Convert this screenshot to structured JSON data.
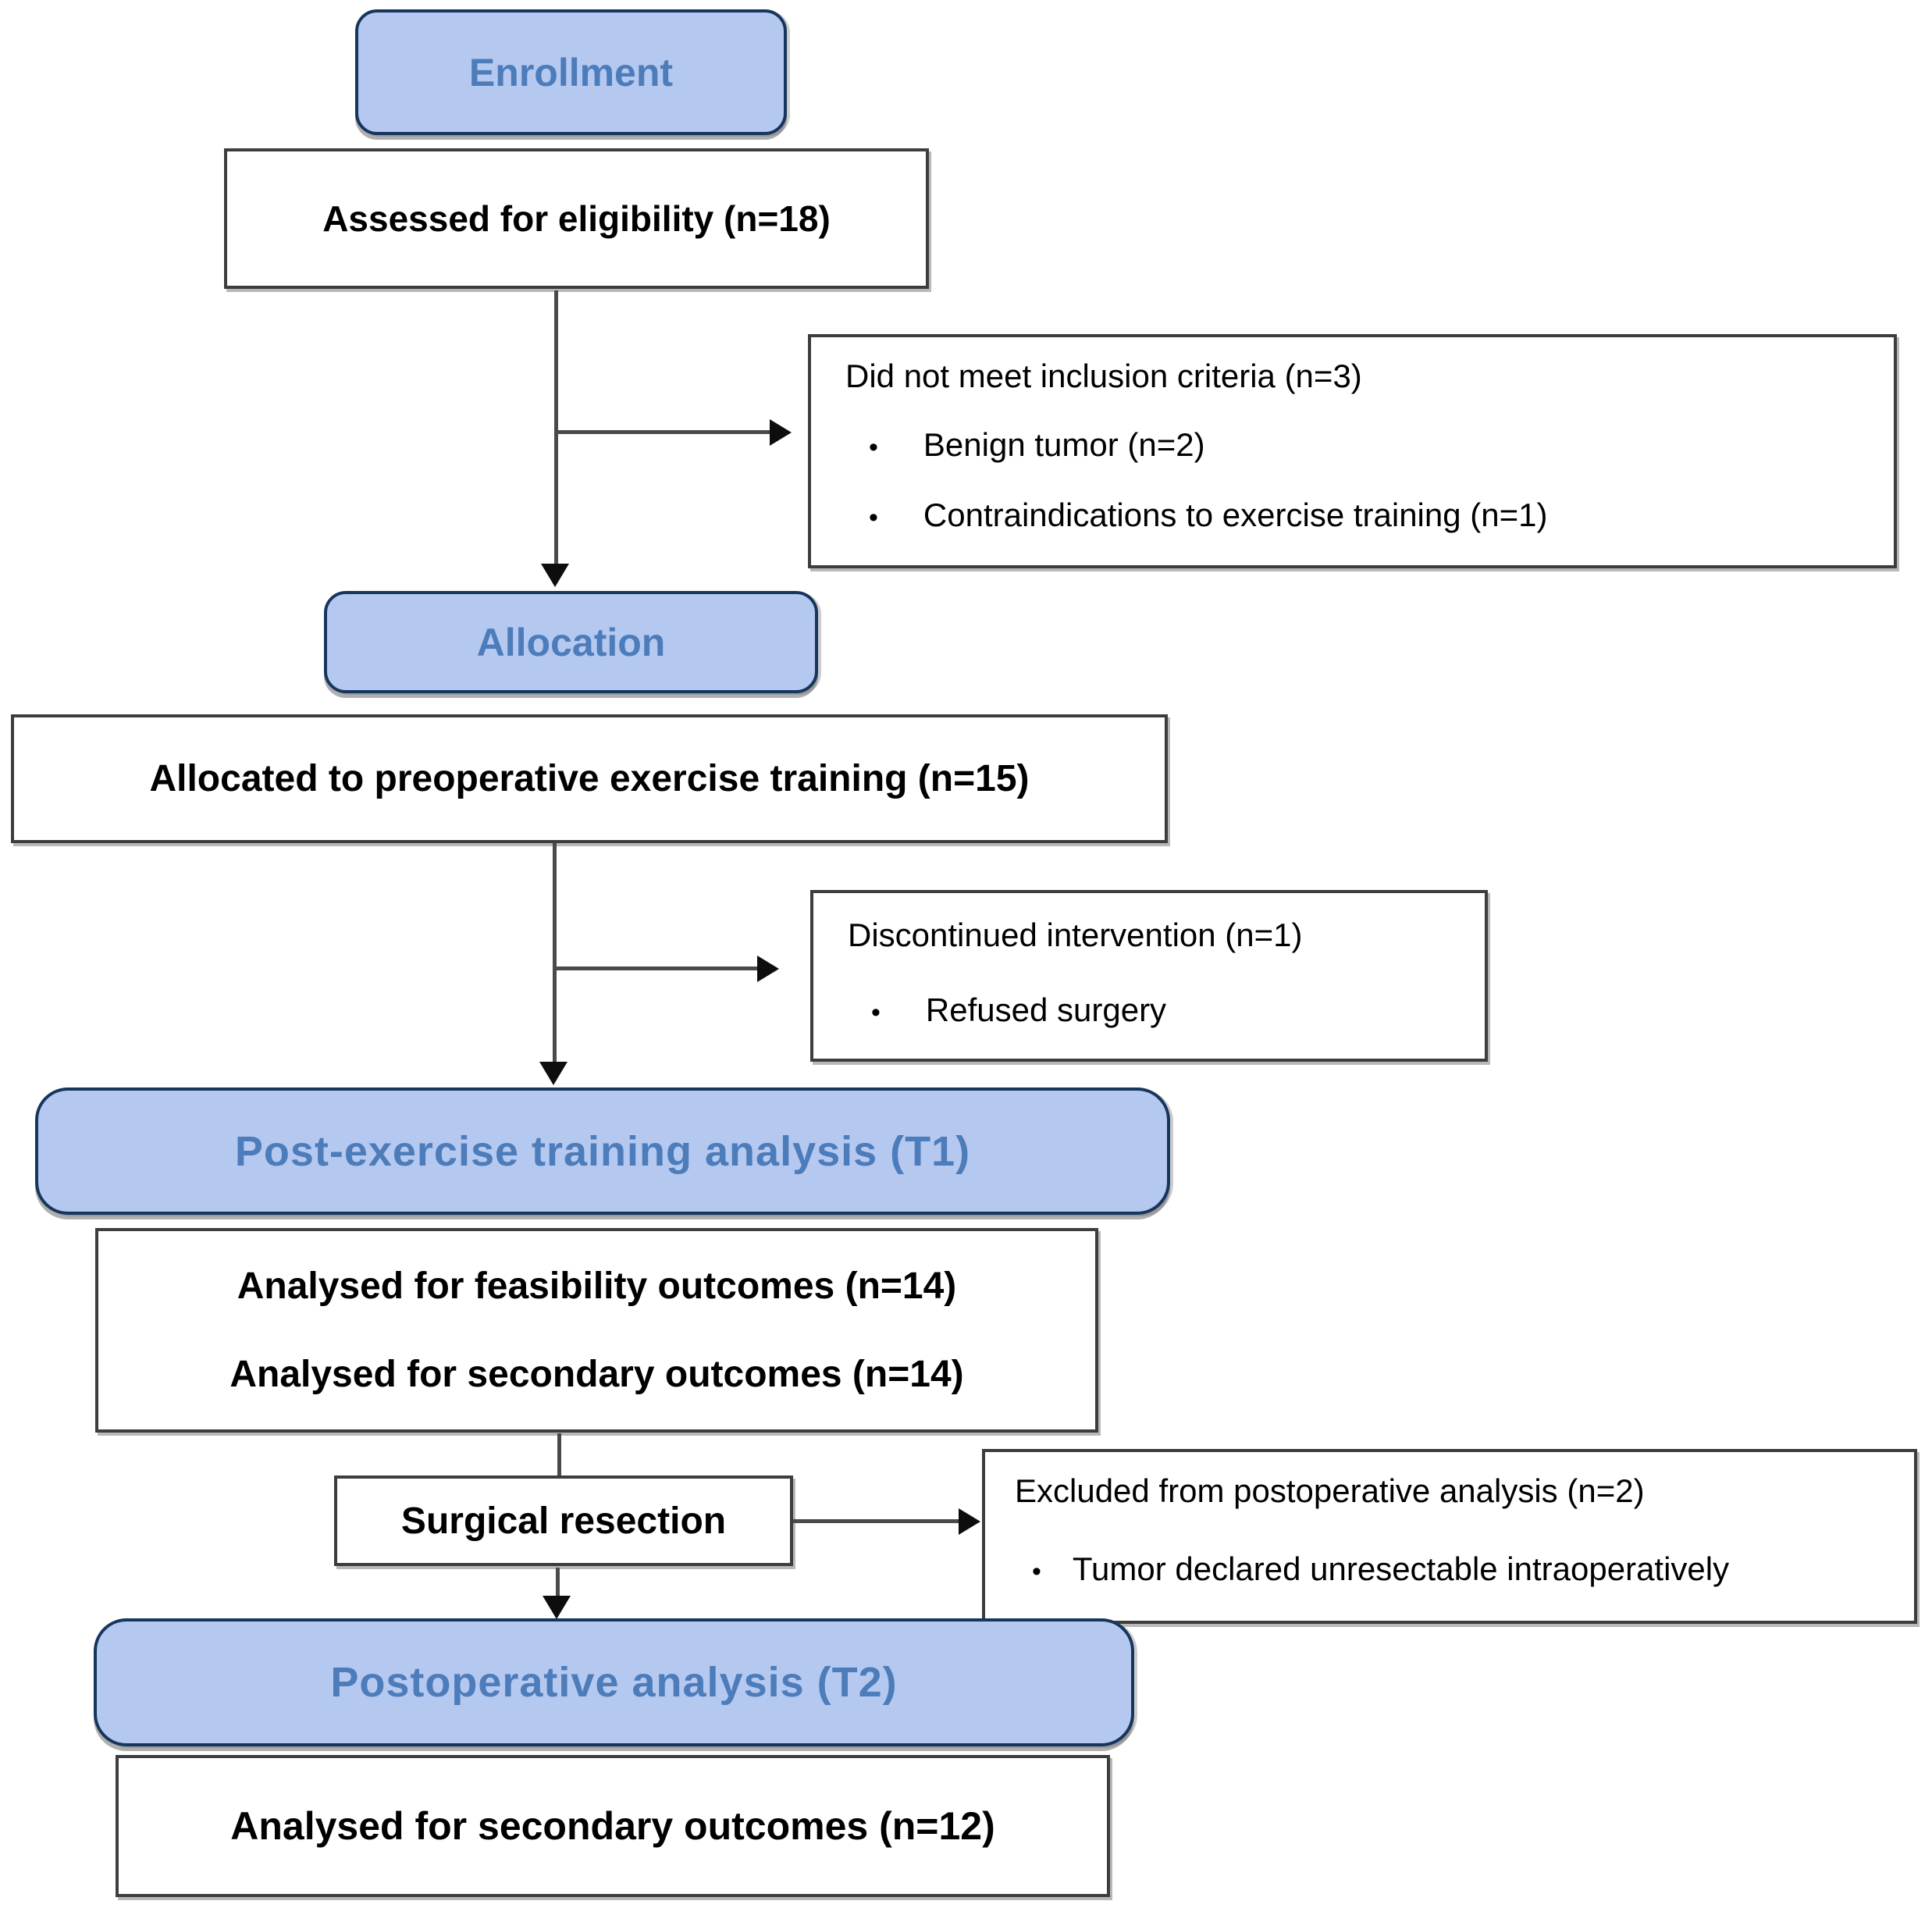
{
  "figure": {
    "type": "consort-flow-diagram",
    "colors": {
      "stage_fill": "#b5c8f0",
      "stage_border": "#16365d",
      "stage_text": "#4d7cbb",
      "box_border": "#3d3d3d",
      "box_text": "#000000",
      "connector": "#4a4a4a",
      "background": "#ffffff"
    }
  },
  "stages": {
    "enrollment": {
      "label": "Enrollment"
    },
    "allocation": {
      "label": "Allocation"
    },
    "t1": {
      "label": "Post-exercise training analysis (T1)"
    },
    "t2": {
      "label": "Postoperative analysis (T2)"
    }
  },
  "boxes": {
    "assessed": {
      "text": "Assessed for eligibility (n=18)"
    },
    "did_not_meet": {
      "title": "Did not meet inclusion criteria (n=3)",
      "bullets": [
        "Benign tumor (n=2)",
        "Contraindications to exercise training (n=1)"
      ]
    },
    "allocated": {
      "text": "Allocated to preoperative exercise training (n=15)"
    },
    "discontinued": {
      "title": "Discontinued intervention (n=1)",
      "bullets": [
        "Refused surgery"
      ]
    },
    "analysed_t1": {
      "lines": [
        "Analysed for feasibility outcomes (n=14)",
        "Analysed for secondary outcomes (n=14)"
      ]
    },
    "surgical": {
      "text": "Surgical resection"
    },
    "excluded": {
      "title": "Excluded from postoperative analysis (n=2)",
      "bullets": [
        "Tumor declared unresectable intraoperatively"
      ]
    },
    "analysed_t2": {
      "text": "Analysed for secondary outcomes (n=12)"
    }
  }
}
